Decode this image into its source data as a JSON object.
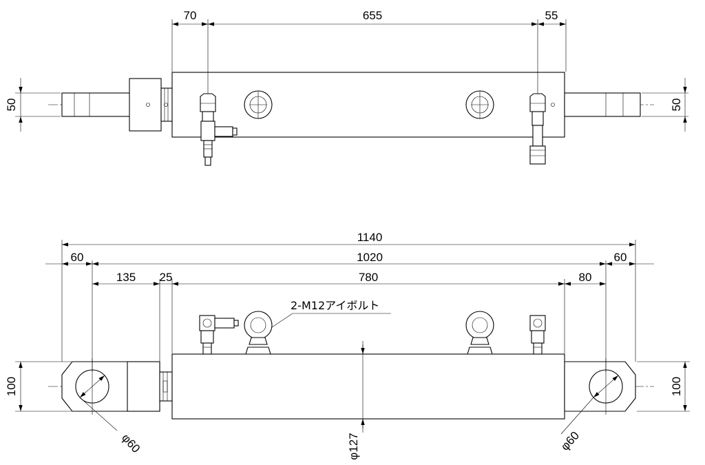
{
  "top_view": {
    "dimensions": {
      "rod_to_port": "70",
      "port_spacing": "655",
      "port_to_end": "55",
      "left_height": "50",
      "right_height": "50"
    }
  },
  "front_view": {
    "dimensions": {
      "overall_length": "1140",
      "pin_to_pin": "1020",
      "left_eye_offset": "60",
      "right_eye_offset": "60",
      "left_clevis": "135",
      "gland": "25",
      "tube_length": "780",
      "right_clevis": "80",
      "left_height": "100",
      "right_height": "100",
      "left_pin_dia": "φ60",
      "right_pin_dia": "φ60",
      "tube_dia": "φ127"
    },
    "note": "2-M12アイボルト"
  }
}
